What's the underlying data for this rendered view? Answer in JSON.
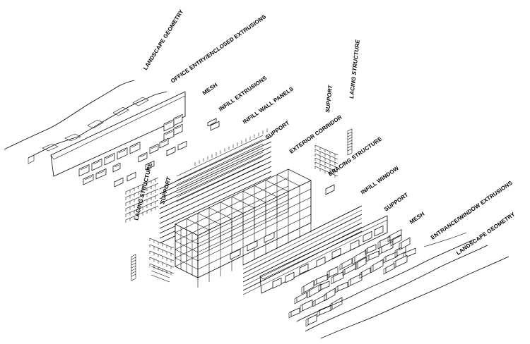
{
  "labels": {
    "landscape_geometry_top": "LANDSCAPE GEOMETRY",
    "office_entry": "OFFICE ENTRY/ENCLOSED EXTRUSIONS",
    "mesh_top": "MESH",
    "infill_extrusions": "INFILL EXTRUSIONS",
    "infill_wall_panels": "INFILL WALL PANELS",
    "support_top": "SUPPORT",
    "support_right": "SUPPORT",
    "lacing_structure_right": "LACING STRUCTURE",
    "exterior_corridor": "EXTERIOR CORRIDOR",
    "bracing_structure": "BRACING STRUCTURE",
    "infill_window": "INFILL WINDOW",
    "support_mid": "SUPPORT",
    "mesh_bottom": "MESH",
    "entrance_window": "ENTRANCE/WINDOW EXTRUSIONS",
    "landscape_geometry_bottom": "LANDSCAPE GEOMETRY",
    "lacing_structure_left": "LACING STRUCTURE",
    "support_left": "SUPPORT"
  }
}
